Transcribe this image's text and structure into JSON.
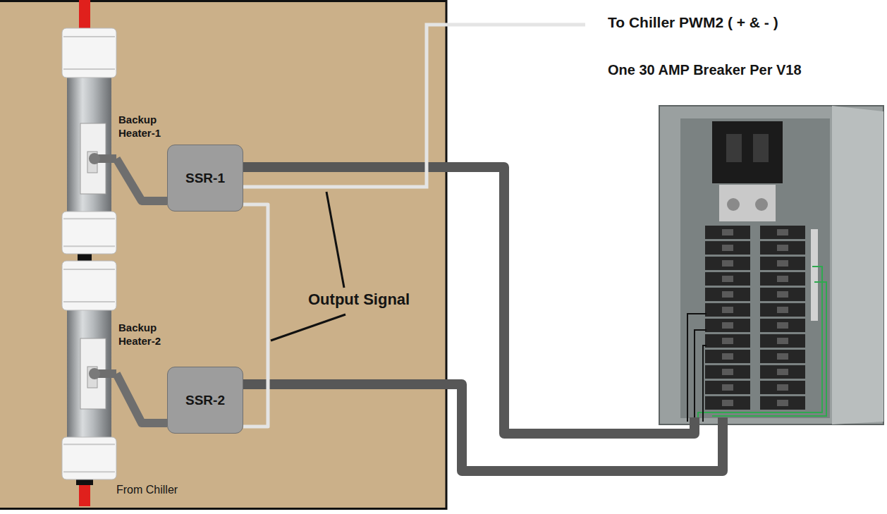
{
  "diagram": {
    "nodes": [
      {
        "text": [
          "Backup Heater-1"
        ]
      },
      {
        "text": [
          "SSR-1"
        ]
      },
      {
        "text": [
          "Backup Heater-2"
        ]
      },
      {
        "text": [
          "SSR-2"
        ]
      }
    ],
    "edges": [
      {
        "from": 0,
        "to": 1,
        "arrow": "none"
      },
      {
        "from": 2,
        "to": 3,
        "arrow": "none"
      },
      {
        "from": 1,
        "to": 3,
        "arrow": "none"
      }
    ],
    "labels": [
      "To Chiller PWM2 ( + & - )",
      "One 30 AMP Breaker Per V18",
      "Output Signal",
      "From Chiller"
    ]
  }
}
